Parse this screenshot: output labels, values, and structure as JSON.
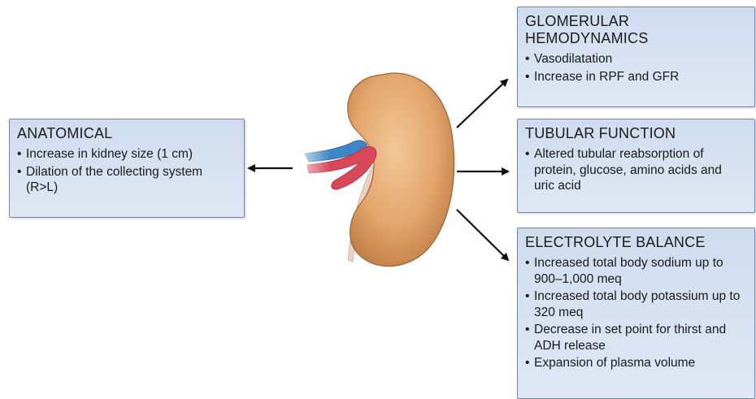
{
  "boxes": {
    "anatomical": {
      "title": "ANATOMICAL",
      "items": [
        "Increase in kidney size (1 cm)",
        "Dilation of the collecting system (R>L)"
      ]
    },
    "glomerular": {
      "title": "GLOMERULAR HEMODYNAMICS",
      "items": [
        "Vasodilatation",
        "Increase in RPF and GFR"
      ]
    },
    "tubular": {
      "title": "TUBULAR FUNCTION",
      "items": [
        "Altered tubular reabsorption of protein, glucose, amino acids and uric acid"
      ]
    },
    "electrolyte": {
      "title": "ELECTROLYTE BALANCE",
      "items": [
        "Increased total body sodium up to 900–1,000 meq",
        "Increased total body potassium up to 320 meq",
        "Decrease in set point for thirst and ADH release",
        "Expansion of plasma volume"
      ]
    }
  },
  "colors": {
    "box_fill": "#d6e1f0",
    "box_border": "#6f86a6",
    "kidney": "#e0a56c",
    "artery": "#d9475a",
    "vein": "#3a7fc1",
    "arrow": "#111111"
  }
}
